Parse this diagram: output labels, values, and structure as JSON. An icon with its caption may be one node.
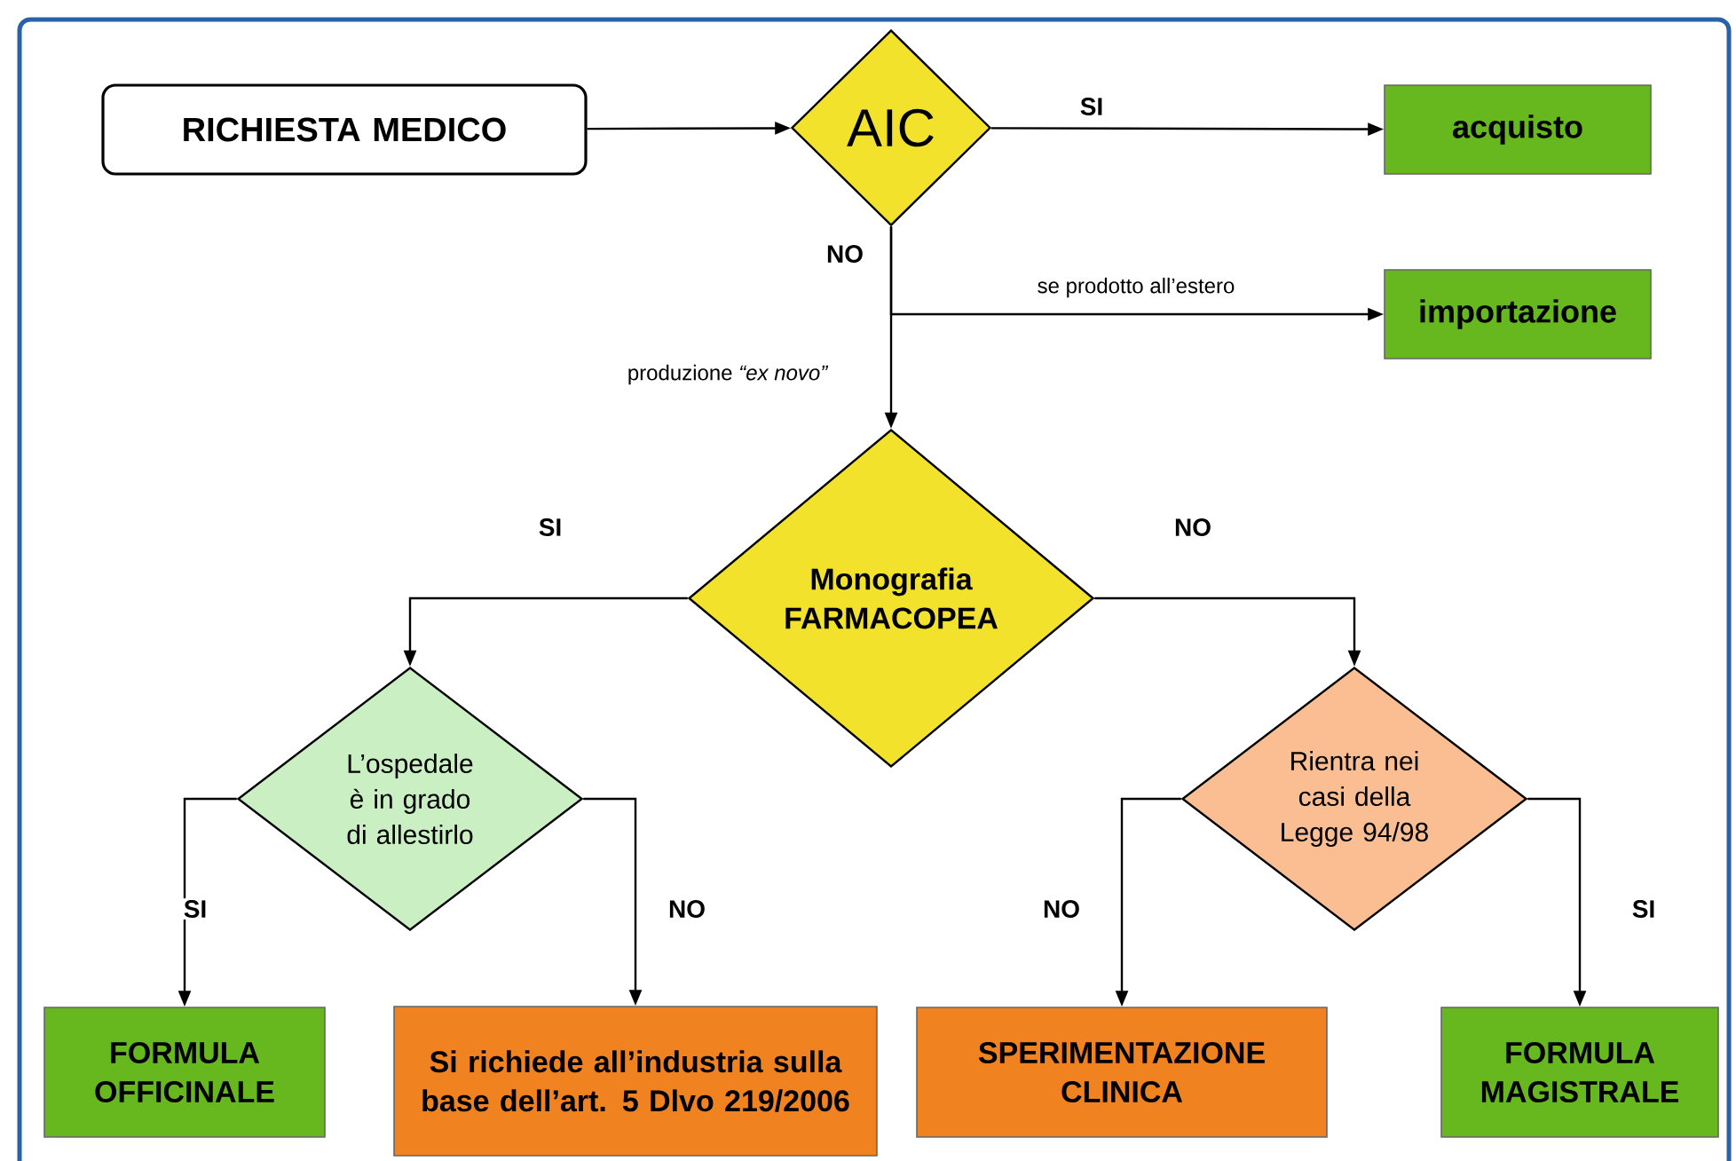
{
  "diagram": {
    "nodes": [
      {
        "text": [
          "RICHIESTA MEDICO"
        ]
      },
      {
        "text": [
          "AIC"
        ]
      },
      {
        "text": [
          "acquisto"
        ]
      },
      {
        "text": [
          "importazione"
        ]
      },
      {
        "text": [
          "Monografia FARMACOPEA"
        ]
      },
      {
        "text": [
          "L’ospedale è in grado di allestirlo"
        ]
      },
      {
        "text": [
          "Rientra nei casi della Legge 94/98"
        ]
      },
      {
        "text": [
          "FORMULA OFFICINALE"
        ]
      },
      {
        "text": [
          "Si richiede all’industria sulla base dell’art. 5 Dlvo 219/2006"
        ]
      },
      {
        "text": [
          "SPERIMENTAZIONE CLINICA"
        ]
      },
      {
        "text": [
          "FORMULA MAGISTRALE"
        ]
      }
    ],
    "edges": [
      {
        "from": 0,
        "to": 1,
        "arrow": "to"
      },
      {
        "from": 1,
        "to": 2,
        "arrow": "to",
        "label": "SI"
      },
      {
        "from": 1,
        "to": 3,
        "arrow": "to",
        "label": "se prodotto all’estero"
      },
      {
        "from": 1,
        "to": 4,
        "arrow": "to",
        "label": "produzione *“ex novo”*"
      },
      {
        "from": 4,
        "to": 5,
        "arrow": "to",
        "label": "SI"
      },
      {
        "from": 4,
        "to": 6,
        "arrow": "to",
        "label": "NO"
      },
      {
        "from": 5,
        "to": 7,
        "arrow": "to",
        "label": "SI"
      },
      {
        "from": 5,
        "to": 8,
        "arrow": "to",
        "label": "NO"
      },
      {
        "from": 6,
        "to": 9,
        "arrow": "to",
        "label": "NO"
      },
      {
        "from": 6,
        "to": 10,
        "arrow": "to",
        "label": "SI"
      }
    ],
    "labels": [
      "NO"
    ]
  }
}
